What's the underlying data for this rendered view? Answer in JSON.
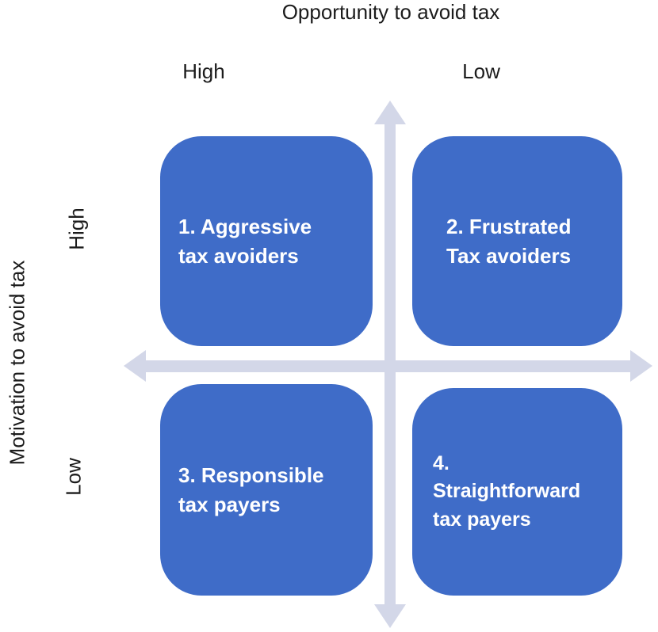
{
  "diagram": {
    "type": "2x2-quadrant-matrix",
    "x_axis": {
      "title": "Opportunity to avoid tax",
      "high_label": "High",
      "low_label": "Low"
    },
    "y_axis": {
      "title": "Motivation to avoid tax",
      "high_label": "High",
      "low_label": "Low"
    },
    "quadrants": [
      {
        "number": "1",
        "position": "top-left",
        "x_value": "High opportunity",
        "y_value": "High motivation",
        "text": "1. Aggressive\ntax avoiders"
      },
      {
        "number": "2",
        "position": "top-right",
        "x_value": "Low opportunity",
        "y_value": "High motivation",
        "text": "2. Frustrated\nTax avoiders"
      },
      {
        "number": "3",
        "position": "bottom-left",
        "x_value": "High opportunity",
        "y_value": "Low motivation",
        "text": "3. Responsible\ntax payers"
      },
      {
        "number": "4",
        "position": "bottom-right",
        "x_value": "Low opportunity",
        "y_value": "Low motivation",
        "text": "4.\nStraightforward\ntax payers"
      }
    ],
    "colors": {
      "box_fill": "#3F6CC8",
      "box_text": "#FFFFFF",
      "arrow": "#D3D7E8",
      "label_text": "#1C1C1C",
      "background": "#FFFFFF"
    }
  }
}
